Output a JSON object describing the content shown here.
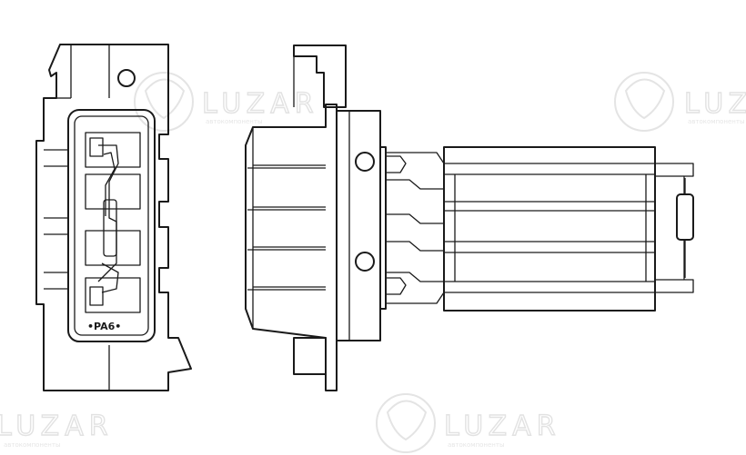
{
  "watermark": {
    "brand": "LUZAR",
    "tagline": "автокомпоненты",
    "logo_icon": "lynx-head-icon"
  },
  "connector_label": "•PA6•"
}
